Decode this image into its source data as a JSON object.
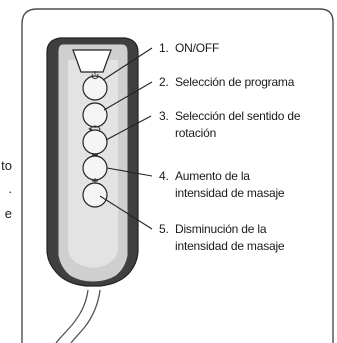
{
  "left_fragments": [
    "to",
    ".",
    "e"
  ],
  "labels": [
    {
      "number": "1.",
      "lines": [
        "ON/OFF"
      ]
    },
    {
      "number": "2.",
      "lines": [
        "Selección de programa"
      ]
    },
    {
      "number": "3.",
      "lines": [
        "Selección del sentido de",
        "rotación"
      ]
    },
    {
      "number": "4.",
      "lines": [
        "Aumento de la",
        "intensidad de masaje"
      ]
    },
    {
      "number": "5.",
      "lines": [
        "Disminución de la",
        "intensidad de masaje"
      ]
    }
  ],
  "button_icons": [
    "power-icon",
    "none",
    "rotation-icon",
    "minus-icon",
    "plus-icon"
  ],
  "colors": {
    "frame": "#4d4d4d",
    "remote_body": "#c9c9c9",
    "remote_side": "#3f3f3f",
    "button": "#f5f5f5"
  }
}
